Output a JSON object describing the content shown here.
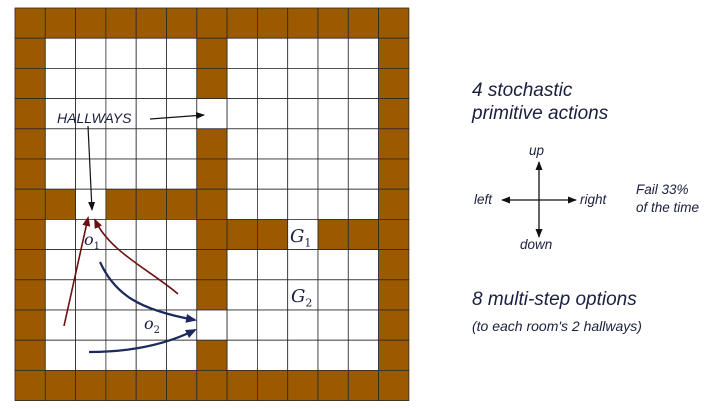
{
  "colors": {
    "wall": "#9c5a00",
    "floor": "#ffffff",
    "grid_line": "#2a2a2a",
    "text": "#1a1f3e",
    "arrow_dark_red": "#6b1010",
    "arrow_navy": "#1c2a5e"
  },
  "gridworld": {
    "rows": 13,
    "cols": 13,
    "cells": [
      "#############",
      "#.....#.....#",
      "#.....#.....#",
      "#...........#",
      "#.....#.....#",
      "#.....#.....#",
      "##.####.....#",
      "#.....###.###",
      "#.....#.....#",
      "#.....#.....#",
      "#...........#",
      "#.....#.....#",
      "#############"
    ]
  },
  "annotations": {
    "hallways_label": "HALLWAYS",
    "option_1_label": "o",
    "option_1_sub": "1",
    "option_2_label": "o",
    "option_2_sub": "2",
    "goal_1_label": "G",
    "goal_1_sub": "1",
    "goal_2_label": "G",
    "goal_2_sub": "2"
  },
  "primitive_actions": {
    "heading_line1": "4 stochastic",
    "heading_line2": "primitive actions",
    "up": "up",
    "down": "down",
    "left": "left",
    "right": "right",
    "fail_line1": "Fail 33%",
    "fail_line2": "of the time"
  },
  "options": {
    "heading": "8 multi-step options",
    "subheading": "(to each room's 2 hallways)"
  }
}
